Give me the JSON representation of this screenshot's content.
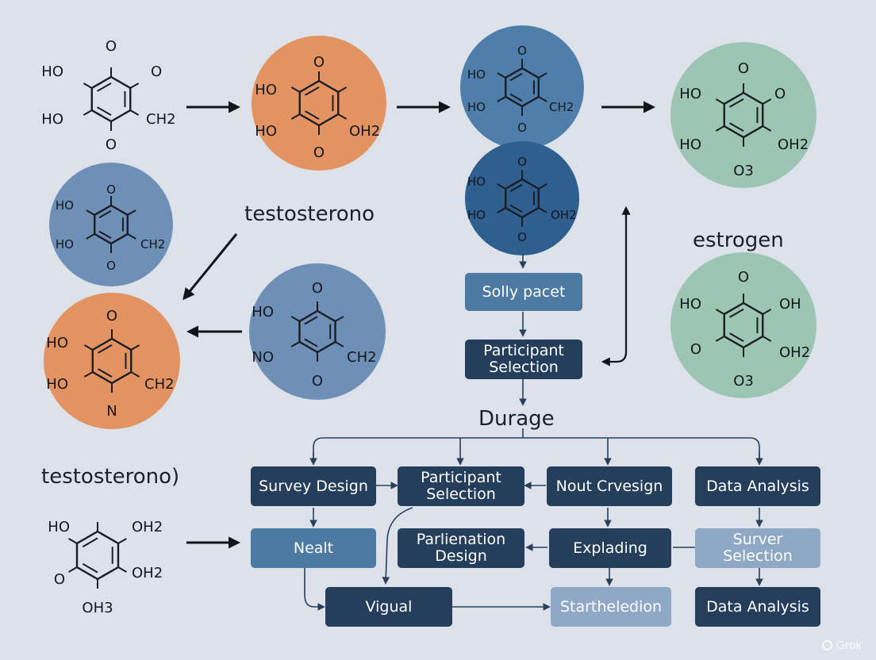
{
  "labels": {
    "top_center": "testosterono",
    "bottom_left": "testosterono)",
    "right": "estrogen",
    "flow_heading": "Durage"
  },
  "molecules": [
    {
      "id": "m1",
      "fill": "none",
      "subs": [
        "O",
        "HO",
        "O",
        "HO",
        "CH2",
        "O"
      ]
    },
    {
      "id": "m2",
      "fill": "#e39361",
      "subs": [
        "O",
        "HO",
        "HO",
        "OH2",
        "O"
      ]
    },
    {
      "id": "m3",
      "fill": "#4f7eaa",
      "subs": [
        "O",
        "HO",
        "HO",
        "CH2",
        "O"
      ]
    },
    {
      "id": "m4",
      "fill": "#9cc5b4",
      "subs": [
        "O",
        "HO",
        "O",
        "HO",
        "OH2",
        "O3"
      ]
    },
    {
      "id": "m5",
      "fill": "#6e8fb6",
      "subs": [
        "O",
        "HO",
        "HO",
        "CH2",
        "O"
      ]
    },
    {
      "id": "m6",
      "fill": "#2f5f8f",
      "subs": [
        "O",
        "HO",
        "HO",
        "OH2",
        "O"
      ]
    },
    {
      "id": "m7",
      "fill": "#e39361",
      "subs": [
        "O",
        "HO",
        "HO",
        "CH2",
        "N"
      ]
    },
    {
      "id": "m8",
      "fill": "#6e8fb6",
      "subs": [
        "O",
        "HO",
        "NO",
        "CH2",
        "O"
      ]
    },
    {
      "id": "m9",
      "fill": "#9cc5b4",
      "subs": [
        "O",
        "HO",
        "OH",
        "O",
        "OH2",
        "O3"
      ]
    },
    {
      "id": "m10",
      "fill": "none",
      "subs": [
        "HO",
        "OH2",
        "O",
        "OH2",
        "OH3"
      ]
    }
  ],
  "flow_boxes": {
    "solly": "Solly pacet",
    "participant_top": "Participant\nSelection",
    "survey_design": "Survey Design",
    "participant_selection": "Participant\nSelection",
    "nout_crvesign": "Nout Crvesign",
    "data_analysis_1": "Data Analysis",
    "nealt": "Nealt",
    "parlienation": "Parlienation\nDesign",
    "explading": "Explading",
    "surver_selection": "Surver Selection",
    "vigual": "Vigual",
    "startheledion": "Startheledion",
    "data_analysis_2": "Data Analysis"
  },
  "watermark": "Grok",
  "colors": {
    "background": "#dde1ea",
    "orange": "#e39361",
    "blue": "#4f7eaa",
    "green": "#9cc5b4",
    "navy": "#243e5c",
    "stroke": "#1a1d24"
  }
}
